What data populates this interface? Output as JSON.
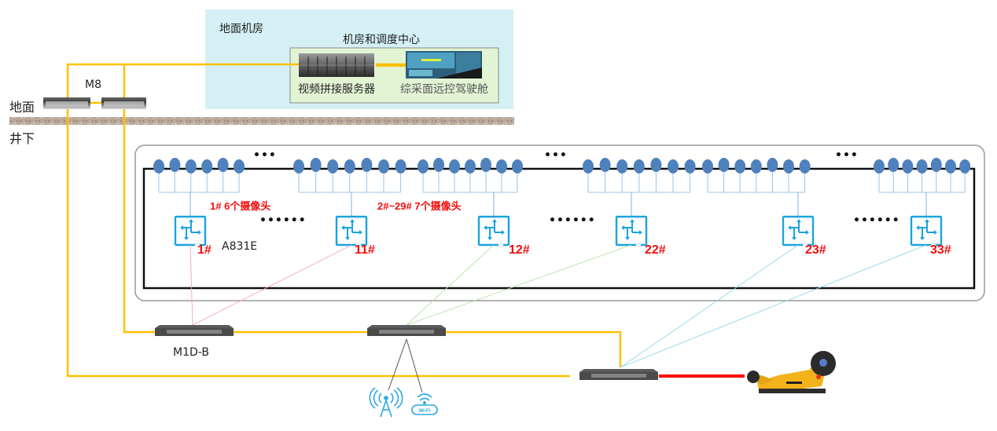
{
  "zones": {
    "surface": "地面",
    "underground": "井下"
  },
  "surface_room": {
    "title": "地面机房",
    "control_center": {
      "title": "机房和调度中心",
      "server_label": "视频拼接服务器",
      "cockpit_label": "综采面远控驾驶舱"
    }
  },
  "devices": {
    "core_switch_label": "M8",
    "access_switch_label": "M1D-B",
    "camera_switch_model": "A831E"
  },
  "camera_groups": [
    {
      "switch_id": "1#",
      "cameras": 6,
      "note": "1# 6个摄像头"
    },
    {
      "switch_id": "11#",
      "cameras": 7,
      "note": "2#~29# 7个摄像头"
    },
    {
      "switch_id": "12#",
      "cameras": 7,
      "note": ""
    },
    {
      "switch_id": "22#",
      "cameras": 7,
      "note": ""
    },
    {
      "switch_id": "23#",
      "cameras": 7,
      "note": ""
    },
    {
      "switch_id": "33#",
      "cameras": 7,
      "note": ""
    }
  ],
  "ellipsis": {
    "short": "•••",
    "long": "••••••"
  },
  "wireless": {
    "base_station_icon": "cell-tower-icon",
    "wifi_icon": "wifi-router-icon",
    "wifi_text": "Wi-Fi"
  },
  "colors": {
    "fiber_trunk": "#ffc000",
    "control_link": "#ff0000",
    "camera_blue": "#4f81bd",
    "switch_icon": "#1aa3e0",
    "link_group_a": "#f4a6b4",
    "link_group_b": "#b6e2a8",
    "link_group_c": "#8fd8e8",
    "surface_room_bg": "#d4f0f4",
    "control_center_bg": "#e3f4d4"
  }
}
